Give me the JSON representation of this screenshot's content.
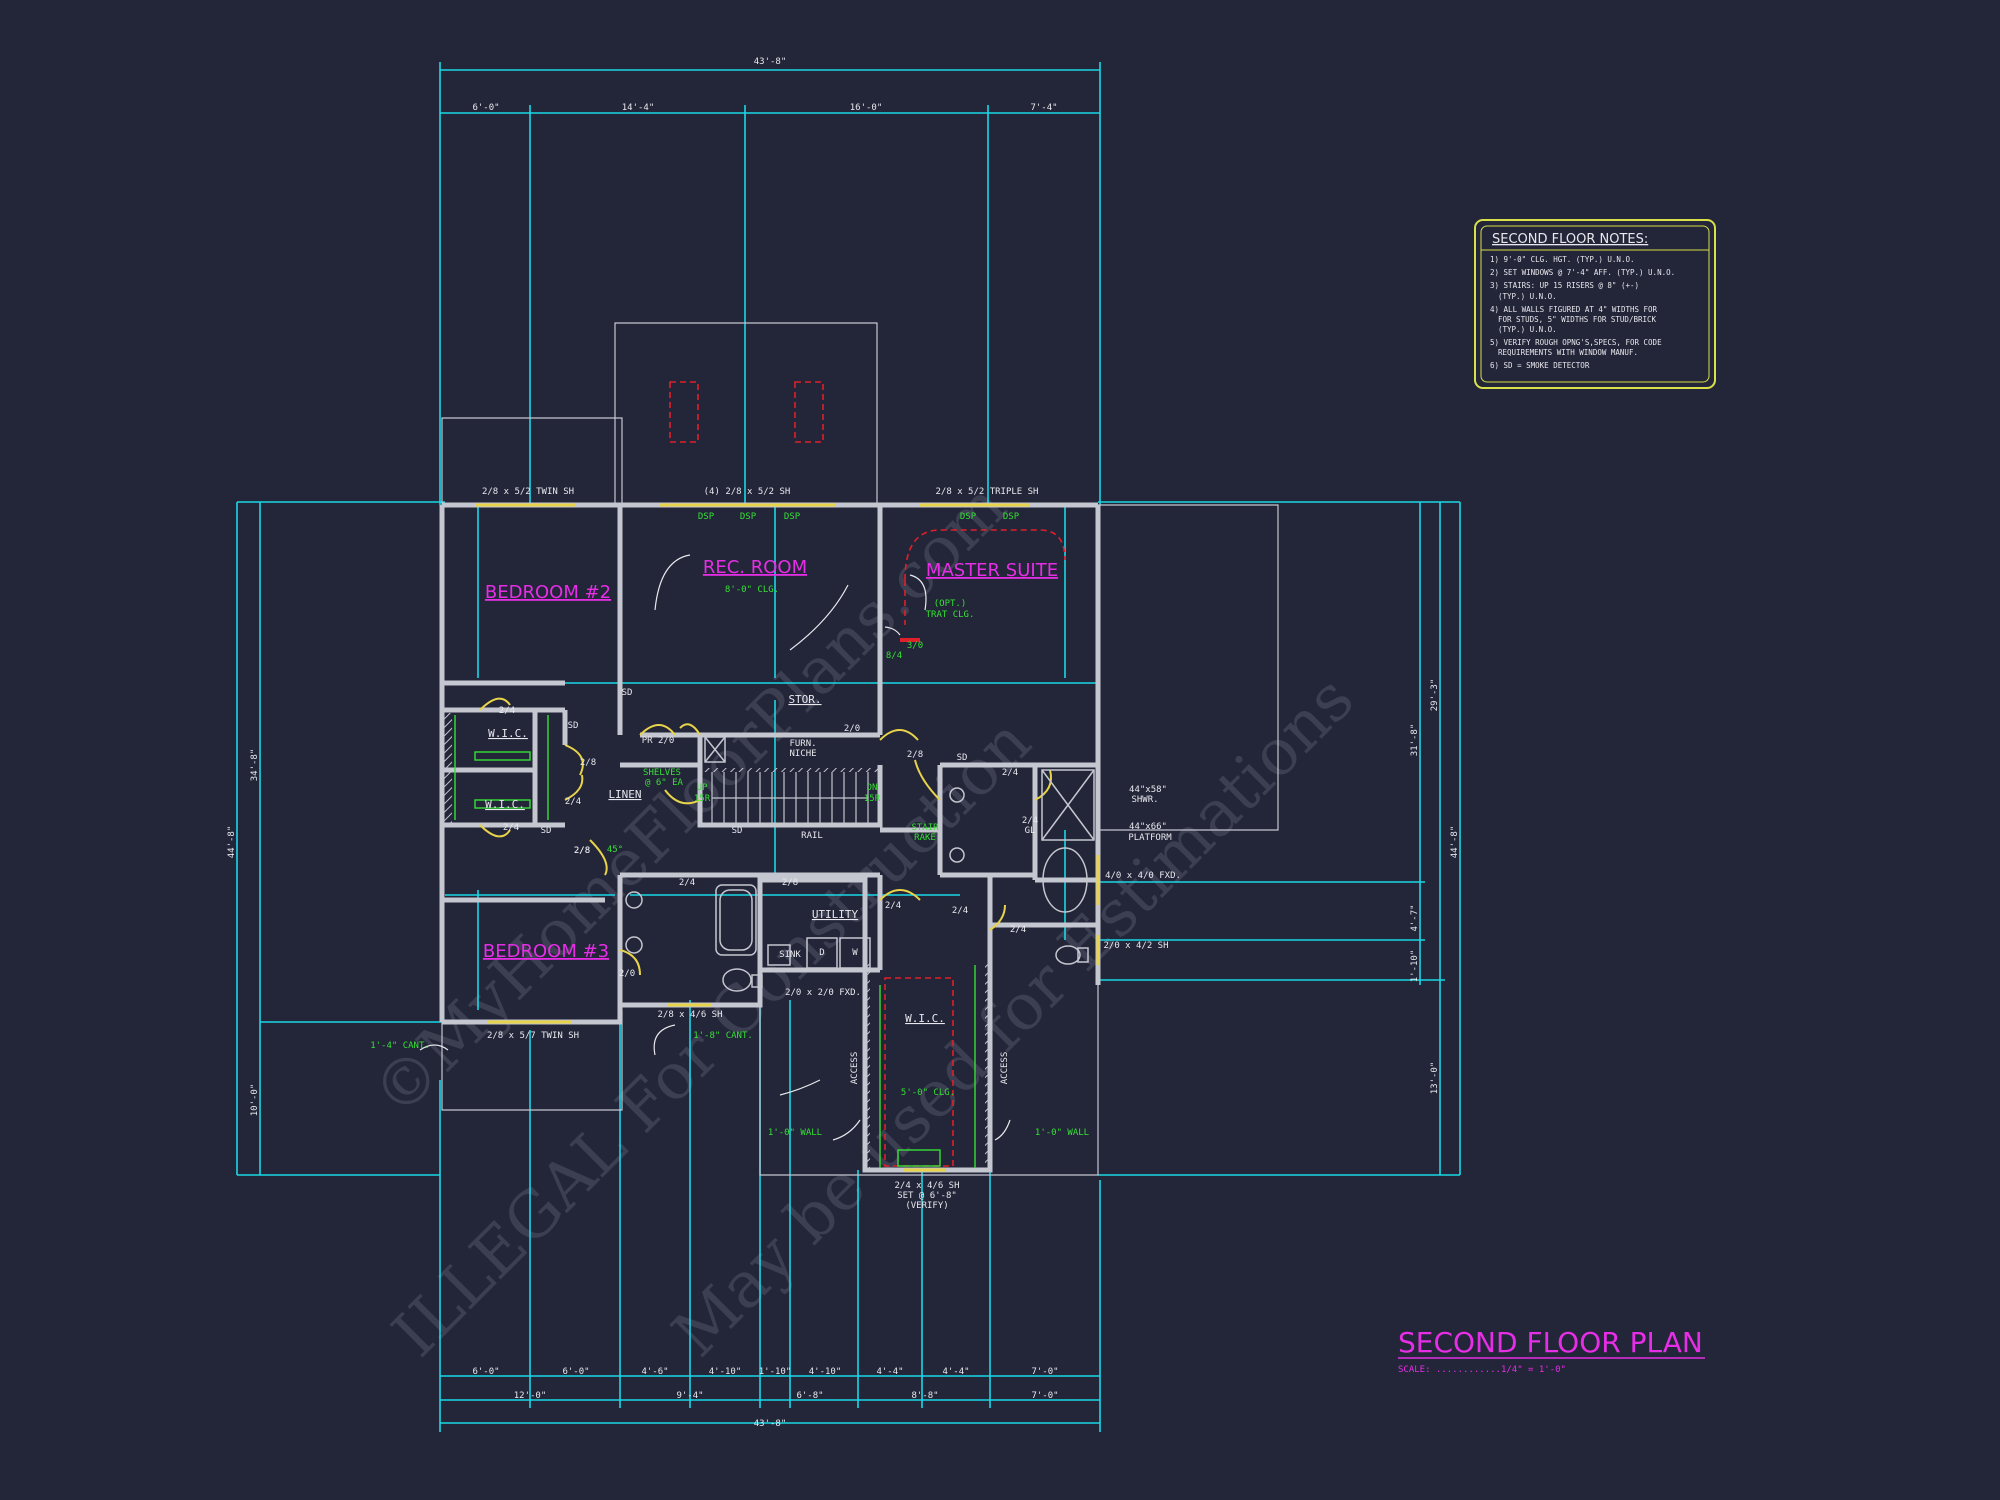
{
  "title": "SECOND FLOOR PLAN",
  "scale": "SCALE: ............1/4\" = 1'-0\"",
  "watermark": [
    "©MyHomeFloorPlans.com",
    "ILLEGAL For Construction",
    "May be used for Estimations"
  ],
  "colors": {
    "background": "#232538",
    "dimension": "#19d9e8",
    "wall": "#c4c6d0",
    "room_label": "#e62ee6",
    "note_green": "#35e035",
    "window": "#e8d44a",
    "notes_box": "#d8e04a",
    "text_white": "#e8e8ee",
    "red": "#e0202a"
  },
  "notes": {
    "title": "SECOND FLOOR NOTES:",
    "items": [
      "1) 9'-0\" CLG. HGT. (TYP.) U.N.O.",
      "2) SET WINDOWS @ 7'-4\" AFF. (TYP.) U.N.O.",
      "3) STAIRS: UP 15 RISERS @ 8\" (+-)",
      "(TYP.) U.N.O.",
      "4) ALL WALLS FIGURED AT 4\" WIDTHS FOR",
      "FOR STUDS, 5\" WIDTHS FOR STUD/BRICK",
      "(TYP.) U.N.O.",
      "5) VERIFY ROUGH OPNG'S,SPECS, FOR CODE",
      "REQUIREMENTS WITH WINDOW MANUF.",
      "6) SD = SMOKE DETECTOR"
    ]
  },
  "dimensions": {
    "top_overall": "43'-8\"",
    "top_segments": [
      "6'-0\"",
      "14'-4\"",
      "16'-0\"",
      "7'-4\""
    ],
    "bottom_overall": "43'-8\"",
    "bottom_segments_a": [
      "6'-0\"",
      "6'-0\"",
      "4'-6\"",
      "4'-10\"",
      "1'-10\"",
      "4'-10\"",
      "4'-4\"",
      "4'-4\"",
      "7'-0\""
    ],
    "bottom_segments_b": [
      "12'-0\"",
      "9'-4\"",
      "6'-8\"",
      "8'-8\"",
      "7'-0\""
    ],
    "left_overall": "44'-8\"",
    "left_inner": "34'-8\"",
    "left_lower": "10'-0\"",
    "right_overall": "44'-8\"",
    "right_segments": [
      "29'-3\"",
      "31'-8\"",
      "4'-7\"",
      "1'-10\"",
      "13'-0\""
    ]
  },
  "rooms": {
    "bedroom2": "BEDROOM #2",
    "rec_room": "REC. ROOM",
    "master_suite": "MASTER SUITE",
    "bedroom3": "BEDROOM #3"
  },
  "labels": {
    "win_bed2": "2/8 x 5/2 TWIN SH",
    "win_rec": "(4) 2/8 x 5/2 SH",
    "win_master": "2/8 x 5/2 TRIPLE SH",
    "rec_clg": "8'-0\" CLG.",
    "opt_trat": "(OPT.)",
    "trat_clg": "TRAT CLG.",
    "dsp": "DSP",
    "wic": "W.I.C.",
    "linen": "LINEN",
    "stor": "STOR.",
    "furn": "FURN.",
    "niche": "NICHE",
    "pr": "PR 2/0",
    "shelves": "SHELVES",
    "shelves2": "@ 6\" EA",
    "up": "UP",
    "dn": "DN",
    "fifteen_r": "15R",
    "rail": "RAIL",
    "stair_rake": "STAIR",
    "rake": "RAKE",
    "shwr": "44\"x58\"",
    "shwr2": "SHWR.",
    "platform": "44\"x66\"",
    "platform2": "PLATFORM",
    "fxd1": "4/0 x 4/0 FXD.",
    "sh_right": "2/0 x 4/2 SH",
    "utility": "UTILITY",
    "sink": "SINK",
    "d": "D",
    "w": "W",
    "fxd2": "2/0 x 2/0 FXD.",
    "win_bed3": "2/8 x 5/7 TWIN SH",
    "win_bath": "2/8 x 4/6 SH",
    "cant1": "1'-4\" CANT.",
    "cant2": "1'-8\" CANT.",
    "access": "ACCESS",
    "attic_clg": "5'-0\" CLG.",
    "wall1": "1'-0\" WALL",
    "win_bottom": "2/4 x 4/6 SH",
    "win_bottom2": "SET @ 6'-8\"",
    "win_bottom3": "(VERIFY)",
    "sd": "SD",
    "d24": "2/4",
    "d28": "2/8",
    "d20": "2/0",
    "gl": "GL",
    "deg45": "45°",
    "d30": "3/0",
    "d84": "8/4"
  }
}
